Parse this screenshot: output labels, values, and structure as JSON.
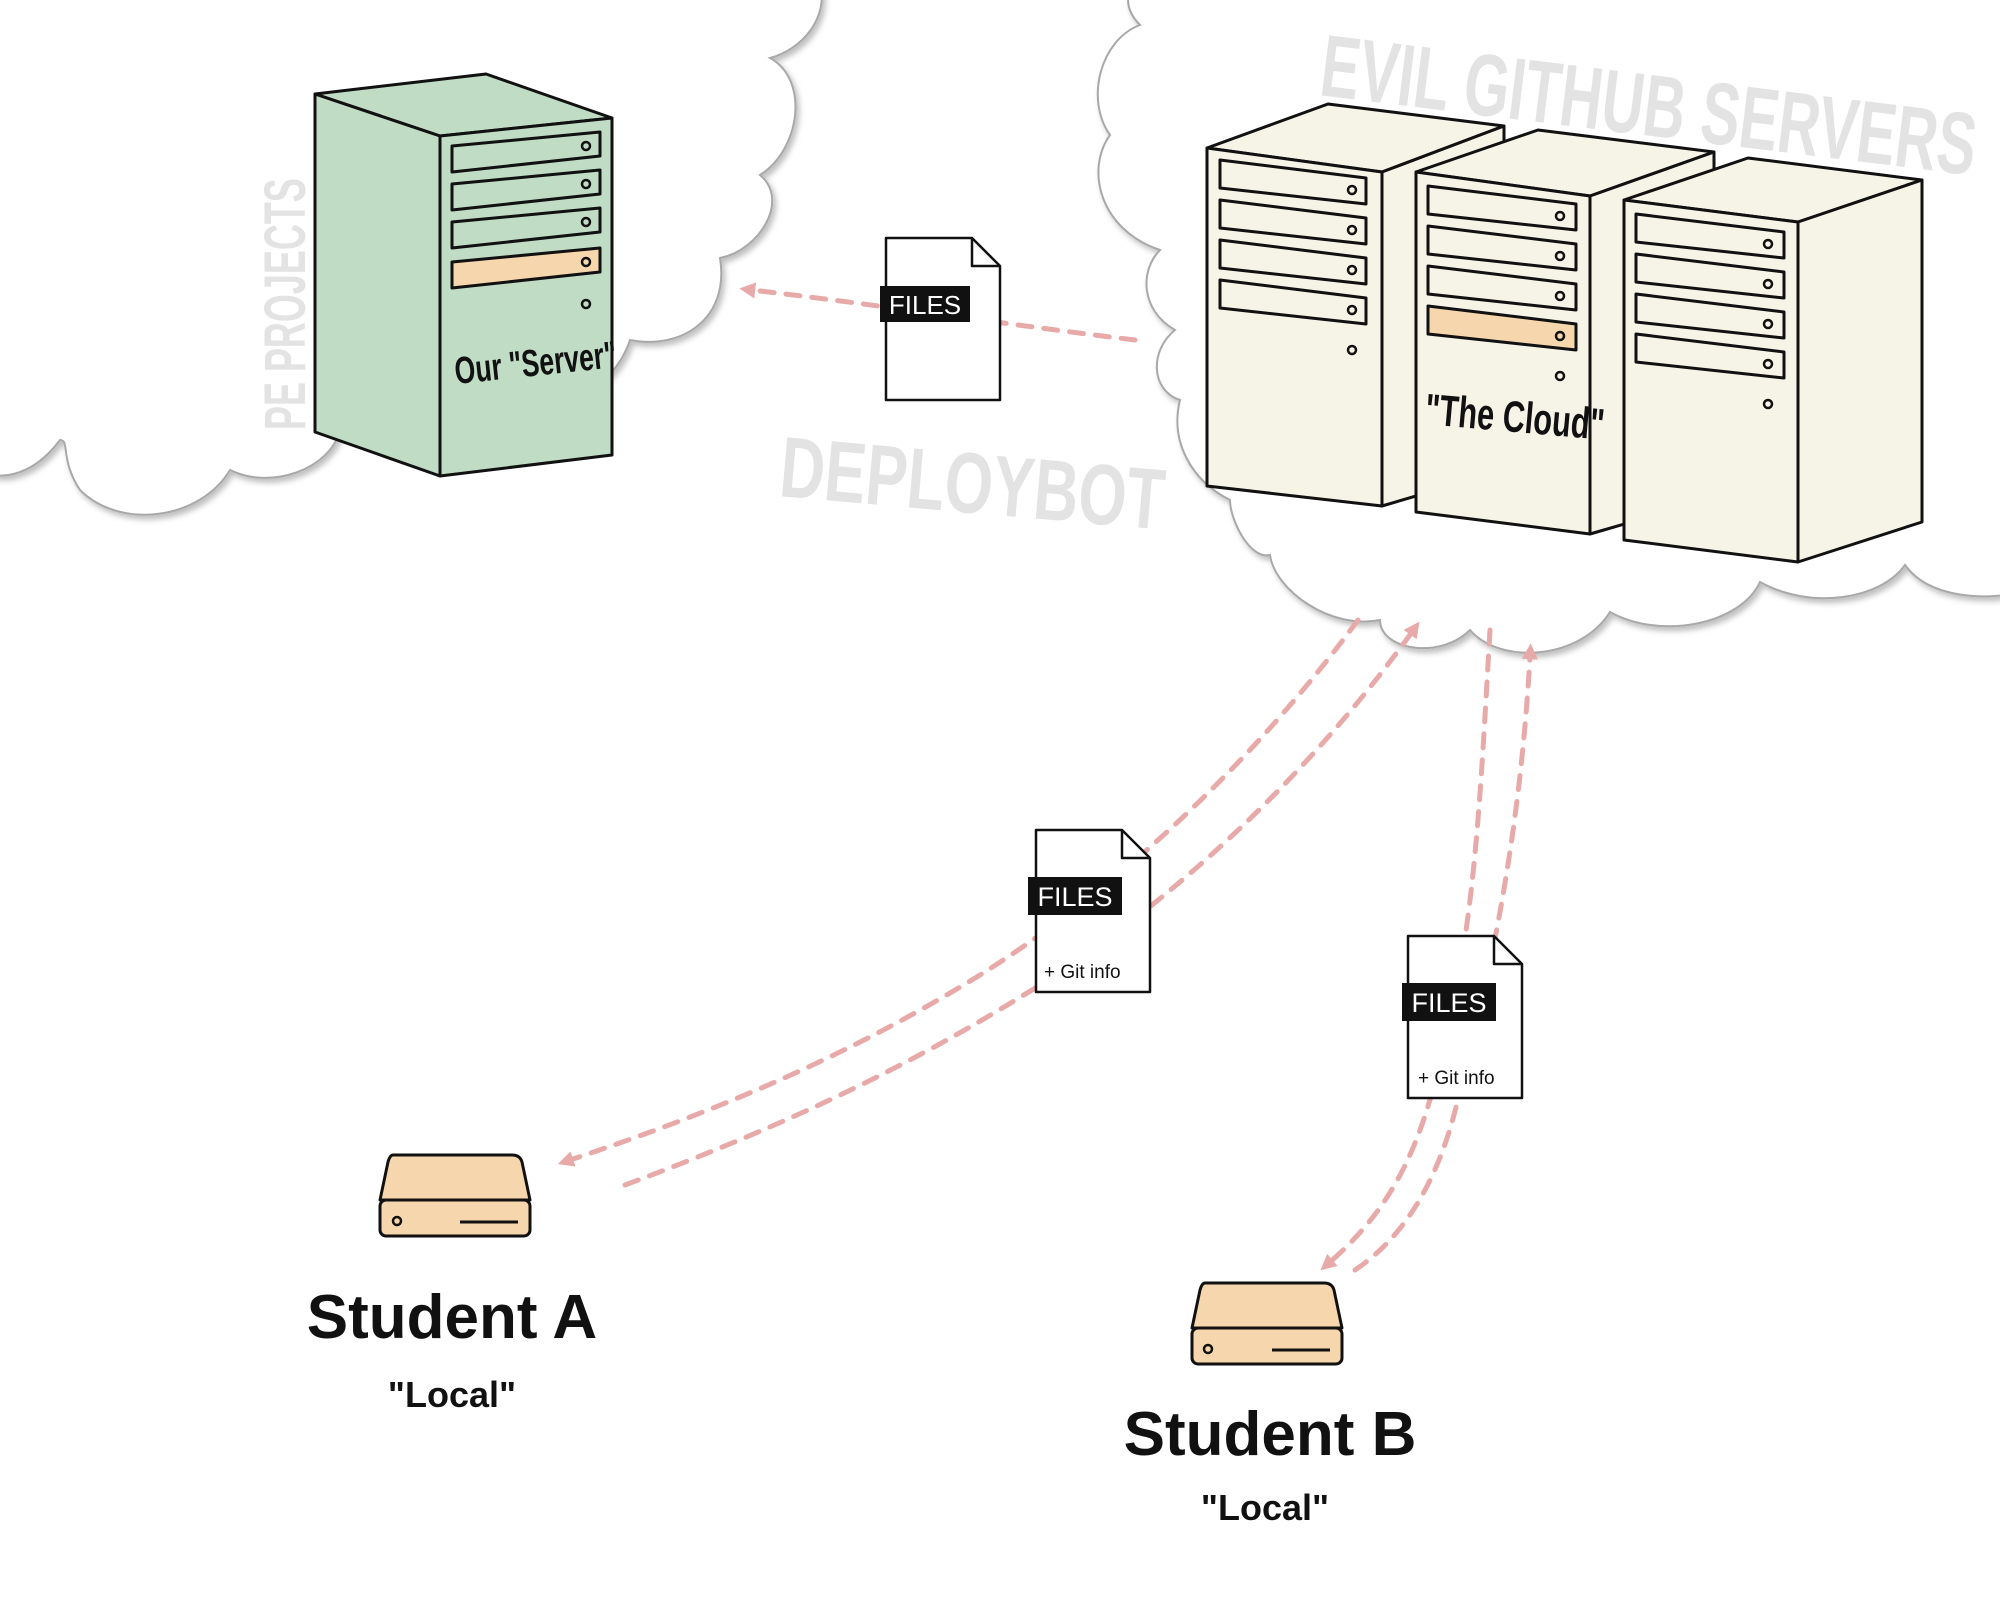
{
  "colors": {
    "cloud_outline": "#a8a8a8",
    "cloud_fill": "#ffffff",
    "server_green": "#c0dcc5",
    "server_cream": "#f6f3e7",
    "drive_peach": "#f5d6ad",
    "arrow": "#e8a9a9",
    "ghost_text": "#e3e3e3",
    "ink": "#111111"
  },
  "clouds": {
    "left": {
      "ghost_label": "PE PROJECTS",
      "server_label": "Our \"Server\""
    },
    "right": {
      "ghost_label": "EVIL GITHUB SERVERS",
      "server_label": "\"The Cloud\""
    }
  },
  "deploy": {
    "ghost_label": "DEPLOYBOT",
    "file_tag": "FILES"
  },
  "file_a": {
    "tag": "FILES",
    "extra": "+ Git info"
  },
  "file_b": {
    "tag": "FILES",
    "extra": "+ Git info"
  },
  "students": [
    {
      "name": "Student A",
      "role": "\"Local\""
    },
    {
      "name": "Student B",
      "role": "\"Local\""
    }
  ]
}
